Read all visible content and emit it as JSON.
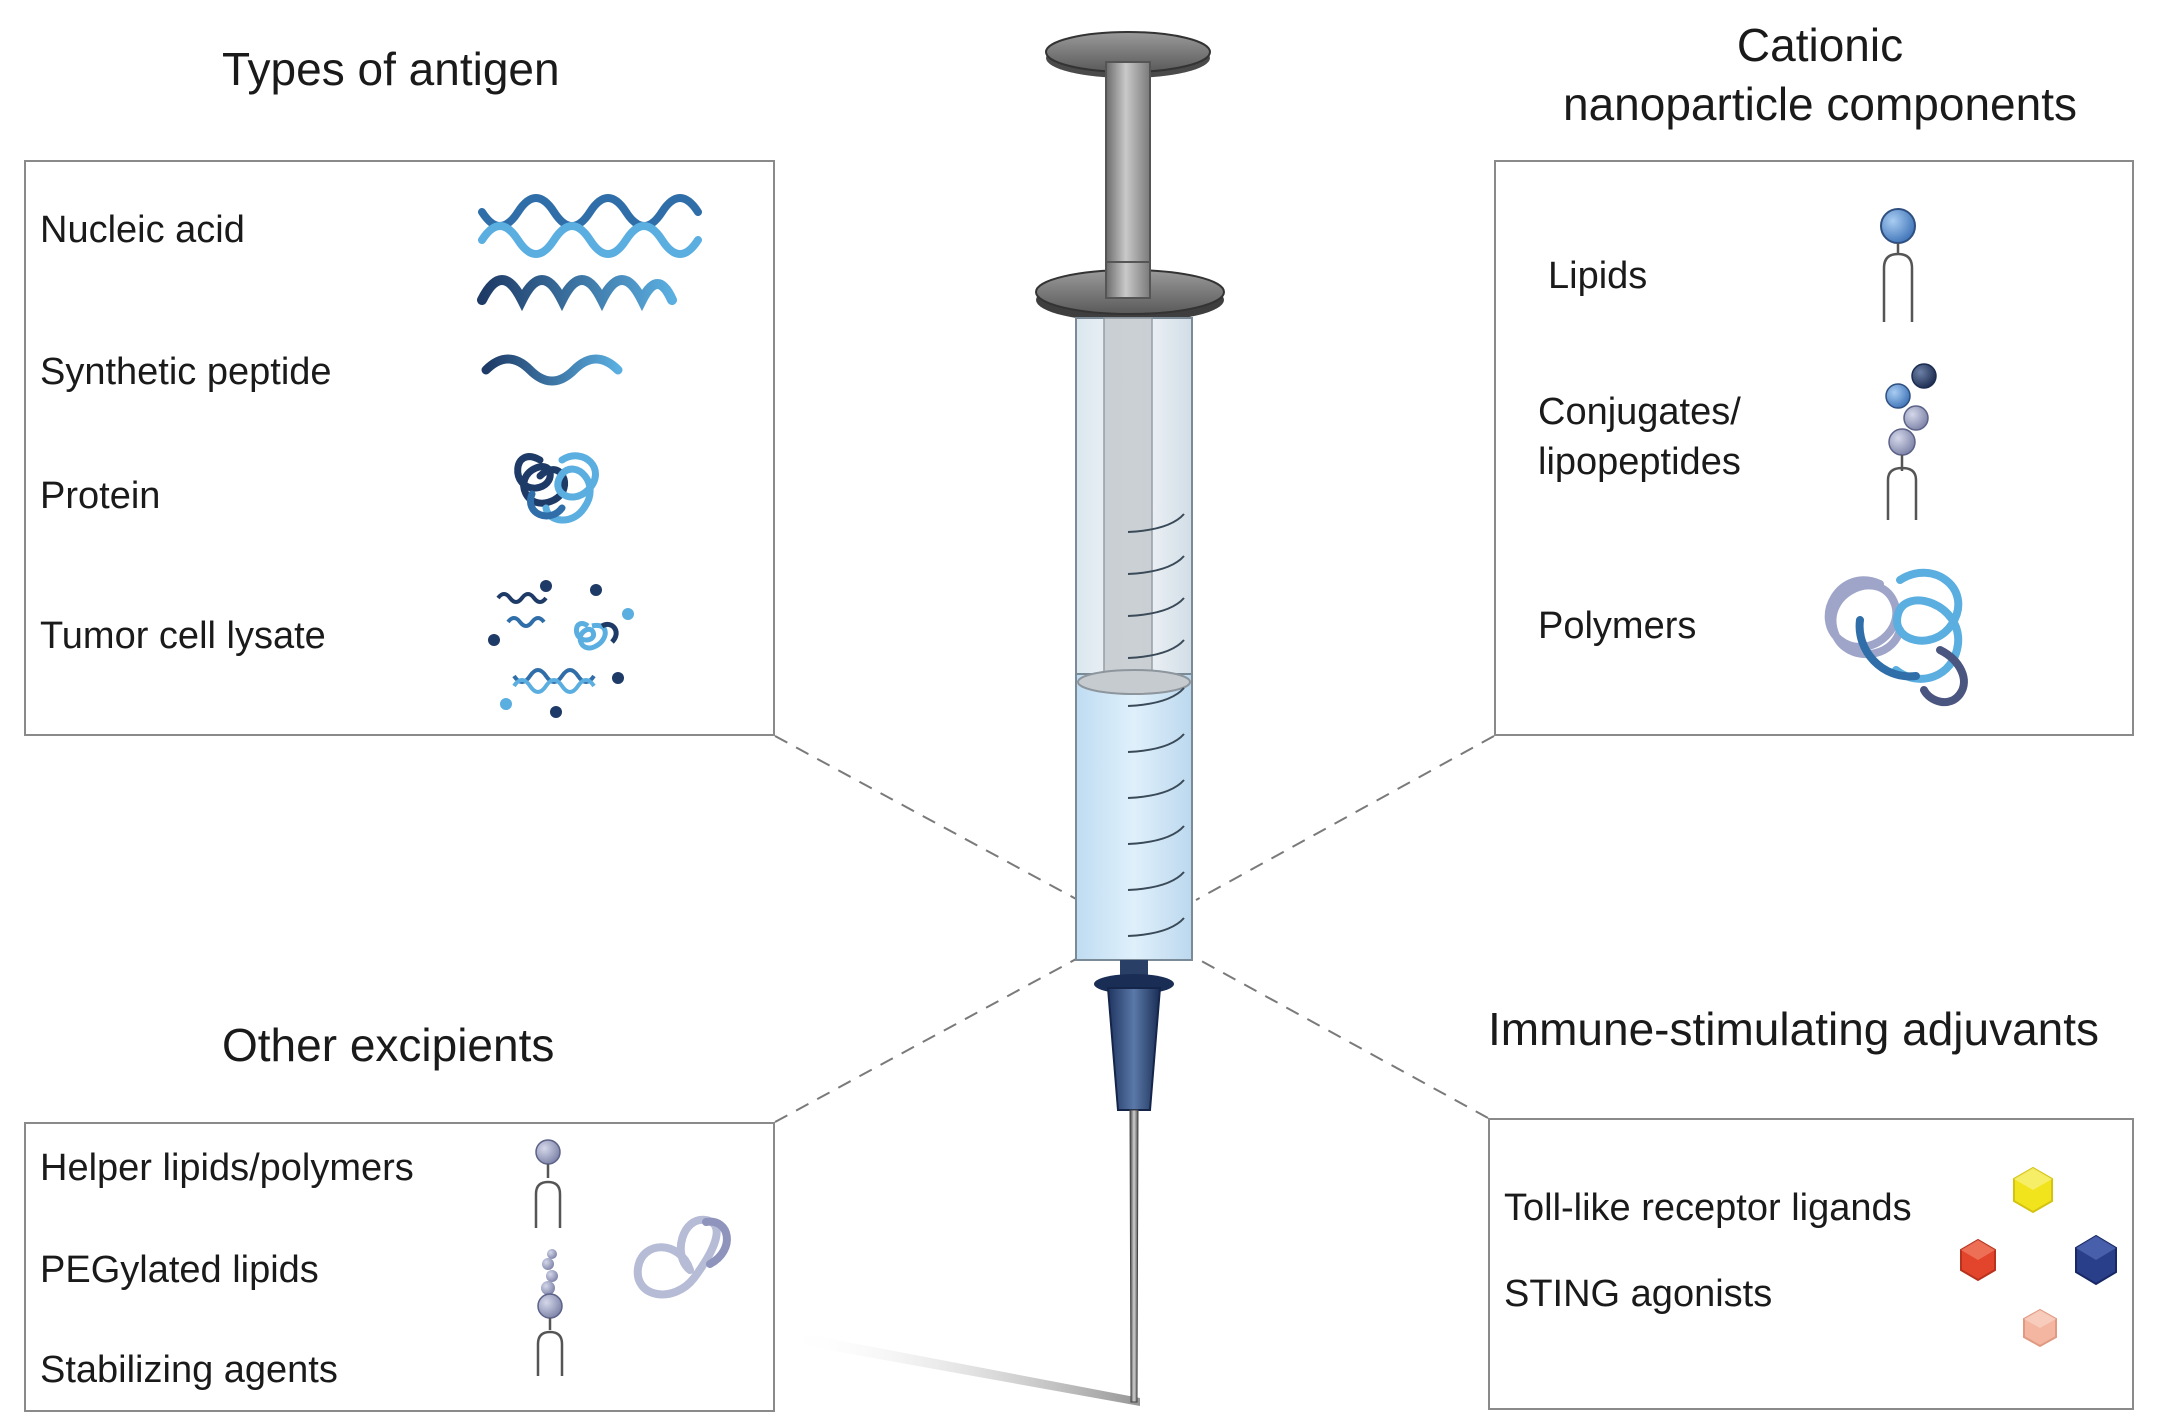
{
  "antigen": {
    "heading": "Types of antigen",
    "items": [
      "Nucleic acid",
      "Synthetic peptide",
      "Protein",
      "Tumor cell lysate"
    ]
  },
  "cationic": {
    "heading_line1": "Cationic",
    "heading_line2": "nanoparticle components",
    "items": [
      "Lipids",
      "Conjugates/",
      "lipopeptides",
      "Polymers"
    ]
  },
  "excipients": {
    "heading": "Other excipients",
    "items": [
      "Helper lipids/polymers",
      "PEGylated lipids",
      "Stabilizing agents"
    ]
  },
  "adjuvants": {
    "heading": "Immune-stimulating adjuvants",
    "items": [
      "Toll-like receptor ligands",
      "STING agonists"
    ]
  },
  "icons": {
    "antigen": [
      "dna-double-helix-icon",
      "rna-single-helix-icon",
      "peptide-chain-icon",
      "protein-coil-icon",
      "tumor-lysate-icon"
    ],
    "cationic": [
      "lipid-icon",
      "lipopeptide-conjugate-icon",
      "polymer-coil-icon"
    ],
    "excipients": [
      "helper-lipid-icon",
      "peg-lipid-icon",
      "helper-polymer-icon"
    ],
    "adjuvants": [
      "adjuvant-hexagon-yellow-icon",
      "adjuvant-hexagon-red-icon",
      "adjuvant-hexagon-navy-icon",
      "adjuvant-hexagon-peach-icon"
    ],
    "centre": "syringe-icon"
  },
  "colors": {
    "navy": "#1e3a66",
    "mid_blue": "#2f6ea8",
    "light_blue": "#5aaee0",
    "liquid": "#cfe6f7",
    "lavender": "#9ea5c8",
    "yellow": "#f2e41c",
    "red": "#e2452c",
    "peach": "#f4b6a0",
    "panel_border": "#8a8a8a",
    "text": "#1a1a1a"
  }
}
